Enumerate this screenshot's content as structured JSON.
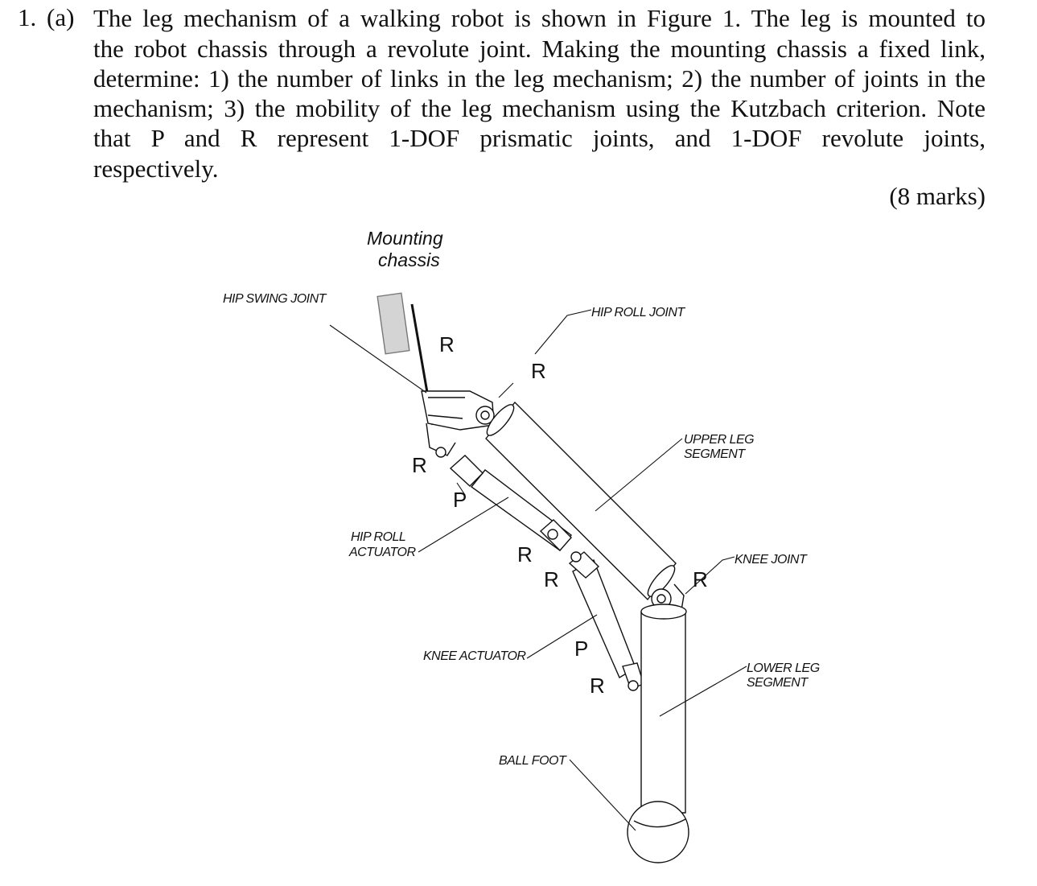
{
  "question": {
    "number": "1.",
    "part": "(a)",
    "lines": [
      "The leg mechanism of a walking robot is shown in Figure 1.  The leg is mounted to",
      "the robot chassis through a revolute joint.  Making the mounting chassis a fixed link,",
      "determine: 1) the number of links in the leg mechanism; 2) the number of joints in the",
      "mechanism; 3) the mobility of the leg mechanism using the Kutzbach criterion.  Note",
      "that  P  and  R  represent  1-DOF  prismatic  joints,  and  1-DOF  revolute  joints,",
      "respectively."
    ],
    "marks": "(8 marks)"
  },
  "figure": {
    "chassis_label_1": "Mounting",
    "chassis_label_2": "chassis",
    "hip_swing_joint": "HIP SWING JOINT",
    "hip_roll_joint": "HIP ROLL JOINT",
    "upper_leg_1": "UPPER LEG",
    "upper_leg_2": "SEGMENT",
    "hip_roll_actuator_1": "HIP ROLL",
    "hip_roll_actuator_2": "ACTUATOR",
    "knee_joint": "KNEE JOINT",
    "knee_actuator": "KNEE ACTUATOR",
    "lower_leg_1": "LOWER LEG",
    "lower_leg_2": "SEGMENT",
    "ball_foot": "BALL FOOT",
    "joints": {
      "r_chassis": "R",
      "r_hip_roll": "R",
      "r_hip_left": "R",
      "p_hip_actuator": "P",
      "r_mid_1": "R",
      "r_mid_2": "R",
      "r_knee": "R",
      "p_knee_actuator": "P",
      "r_lower": "R"
    }
  }
}
